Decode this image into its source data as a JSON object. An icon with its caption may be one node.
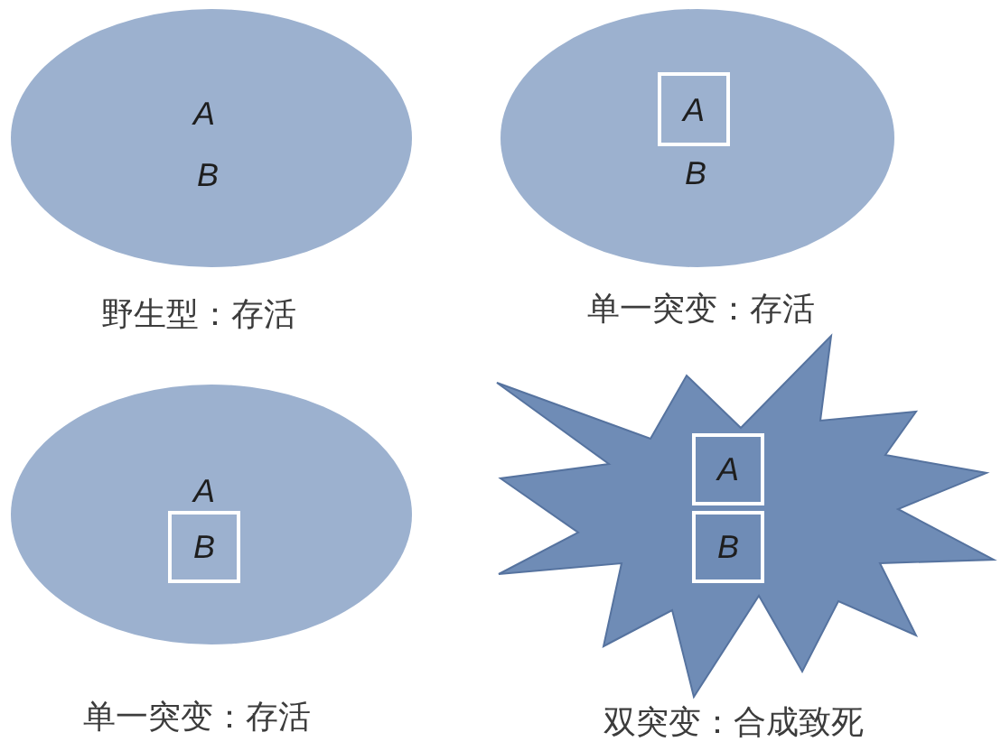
{
  "diagram": {
    "nodes": [
      {
        "text": [
          "A",
          "B"
        ],
        "beside": [
          "野生型：存活"
        ]
      },
      {
        "text": [
          "B"
        ],
        "beside": [
          "单一突变：存活"
        ]
      },
      {
        "text": [
          "A"
        ],
        "in": 1
      },
      {
        "text": [
          "A"
        ],
        "beside": [
          "单一突变：存活"
        ]
      },
      {
        "text": [
          "B"
        ],
        "in": 3
      },
      {
        "text": [],
        "shape": "star",
        "beside": [
          "双突变：合成致死"
        ]
      },
      {
        "text": [
          "A"
        ],
        "in": 5
      },
      {
        "text": [
          "B"
        ],
        "in": 5
      }
    ]
  }
}
